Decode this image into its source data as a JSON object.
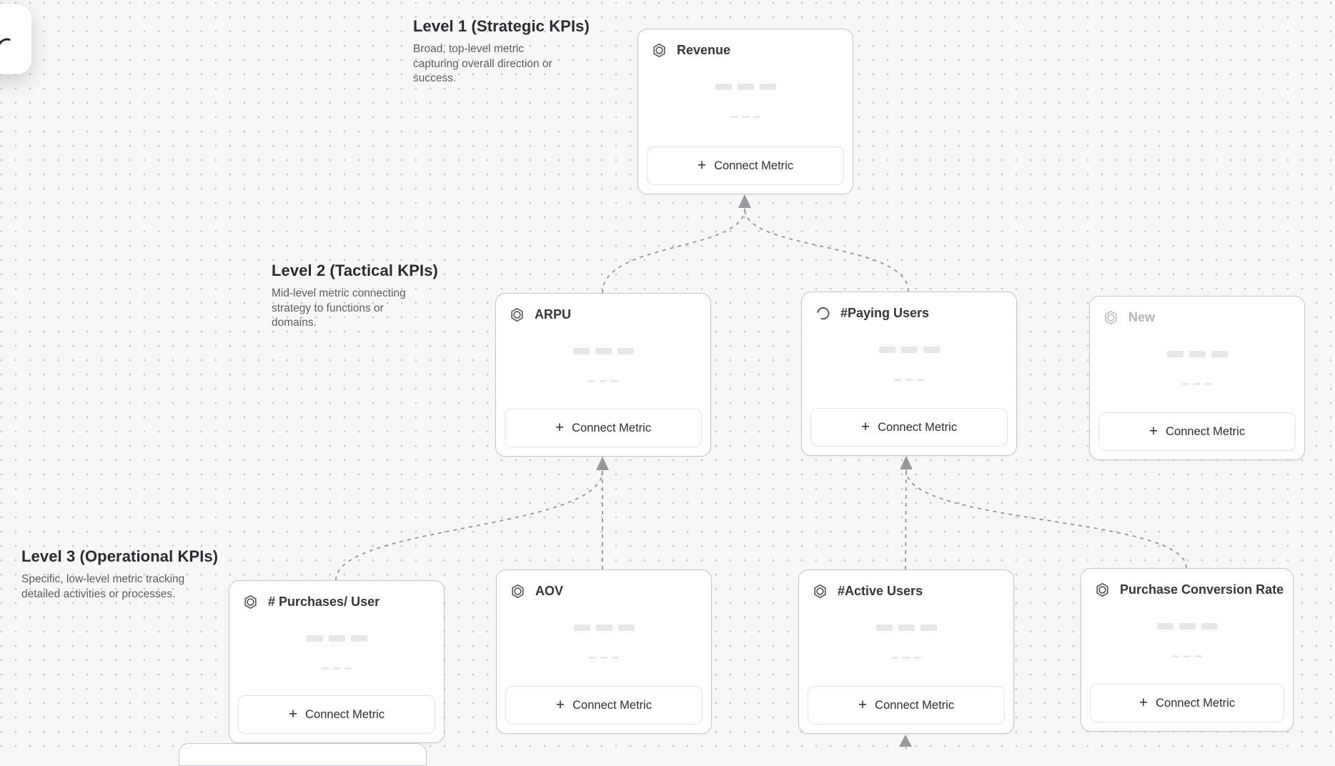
{
  "levels": [
    {
      "title": "Level 1 (Strategic KPIs)",
      "description": "Broad, top-level metric capturing overall direction or success."
    },
    {
      "title": "Level 2 (Tactical KPIs)",
      "description": "Mid-level metric connecting strategy to functions or domains."
    },
    {
      "title": "Level 3 (Operational KPIs)",
      "description": "Specific, low-level metric tracking detailed activities or processes."
    }
  ],
  "cards": [
    {
      "id": "revenue",
      "title": "Revenue",
      "icon": "hexagon-node-icon",
      "state": "default",
      "connect_label": "Connect Metric"
    },
    {
      "id": "arpu",
      "title": "ARPU",
      "icon": "hexagon-node-icon",
      "state": "default",
      "connect_label": "Connect Metric"
    },
    {
      "id": "paying-users",
      "title": "#Paying Users",
      "icon": "spinner-icon",
      "state": "loading",
      "connect_label": "Connect Metric"
    },
    {
      "id": "new",
      "title": "New",
      "icon": "hexagon-node-icon",
      "state": "draft",
      "connect_label": "Connect Metric"
    },
    {
      "id": "purchases-per-user",
      "title": "# Purchases/ User",
      "icon": "hexagon-node-icon",
      "state": "default",
      "connect_label": "Connect Metric"
    },
    {
      "id": "aov",
      "title": "AOV",
      "icon": "hexagon-node-icon",
      "state": "default",
      "connect_label": "Connect Metric"
    },
    {
      "id": "active-users",
      "title": "#Active Users",
      "icon": "hexagon-node-icon",
      "state": "default",
      "connect_label": "Connect Metric"
    },
    {
      "id": "purchase-conversion-rate",
      "title": "Purchase Conversion Rate",
      "icon": "hexagon-node-icon",
      "state": "default",
      "connect_label": "Connect Metric"
    }
  ],
  "edges": [
    {
      "from": "arpu",
      "to": "revenue"
    },
    {
      "from": "paying-users",
      "to": "revenue"
    },
    {
      "from": "purchases-per-user",
      "to": "arpu"
    },
    {
      "from": "aov",
      "to": "arpu"
    },
    {
      "from": "active-users",
      "to": "paying-users"
    },
    {
      "from": "purchase-conversion-rate",
      "to": "paying-users"
    },
    {
      "from": "offscreen-bottom",
      "to": "active-users"
    }
  ],
  "icons": {
    "plus_glyph": "+"
  },
  "colors": {
    "canvas_bg": "#f7f7f8",
    "grid_dot": "#c9c9cd",
    "card_border": "#c6c7cc",
    "button_border": "#e3e4e8",
    "connector": "#9b9ca1",
    "title_text": "#35363b",
    "draft_title_text": "#b4b5ba",
    "description_text": "#5b5c62"
  }
}
